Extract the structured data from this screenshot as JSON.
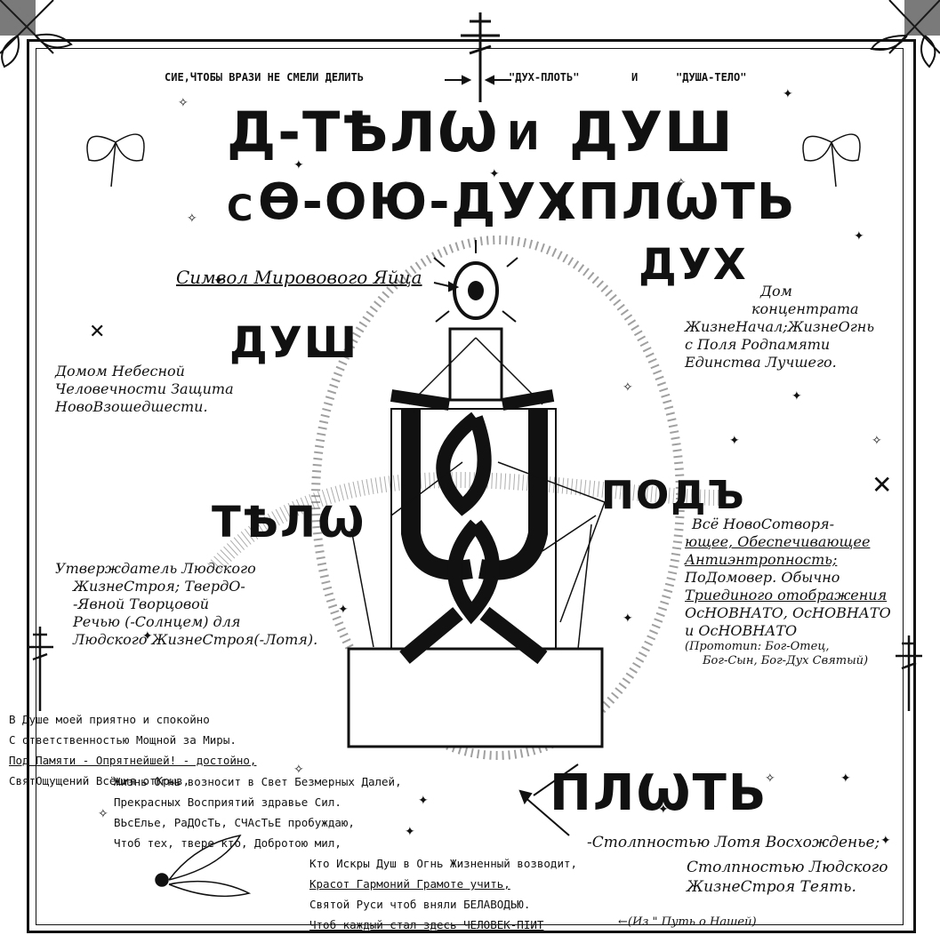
{
  "header": {
    "prefix": "СИЕ,ЧТОБЫ ВРАЗИ НЕ СМЕЛИ  ДЕЛИТЬ",
    "q1": "\"ДУХ-ПЛОТЬ\"",
    "conj": "И",
    "q2": "\"ДУША-ТЕЛО\""
  },
  "title": {
    "line1a": "Д-ТѢЛѠ",
    "line1b": "И",
    "line1c": "ДУШ",
    "line2a": "С",
    "line2b": "Ѳ-ОЮ-ДУХ",
    "line2c": "І",
    "line2d": "ПЛѠТЬ"
  },
  "labels": {
    "egg": "Символ Мировового Яйца",
    "duh": "ДУХ",
    "duh_note": [
      "Дом",
      "концентрата",
      "ЖизнеНачал;ЖизнеОгнь",
      "с Поля Родпамяти",
      "Единства Лучшего."
    ],
    "dush": "ДУШ",
    "dush_note": [
      "Домом Небесной",
      "Человечности Защита",
      "НовоВзошедшести."
    ],
    "telo": "ТѢЛѠ",
    "telo_note": [
      "Утверждатель Людского",
      "ЖизнеСтроя; ТвердО-",
      "-Явной Творцовой",
      "Речью (-Солнцем) для",
      "Людского ЖизнеСтроя(-Лотя)."
    ],
    "pod": "ПОДЪ",
    "pod_note": [
      "Всё НовоСотворя-",
      "ющее, Обеспечивающее",
      "Антиэнтропность;",
      "ПоДомовер. Обычно",
      "Триединого отображения",
      "ОсНОВНАТО, ОсНОВНАТО",
      "и ОсНОВНАТО",
      "(Прототип: Бог-Отец,",
      "Бог-Сын, Бог-Дух Святый)"
    ],
    "plot": "ПЛѠТЬ",
    "plot_note": [
      "-Столпностью Лотя Восхожденье;",
      "Столпностью Людского",
      "ЖизнеСтроя Теять."
    ]
  },
  "poem": [
    "В Душе моей приятно и спокойно",
    "С ответственностью Мощной за Миры.",
    "Под Памяти - Опрятнейшей! - достойно,",
    "СвятОщущений Всёшия отКрыв,",
    "Жизнь Огнь возносит в Свет Безмерных Далей,",
    "Прекрасных Восприятий здравье Сил.",
    "ВЬсЕлье, РаДОсТь, СЧАсТьЕ пробуждаю,",
    "Чтоб тех, твере кто, Добротою мил,",
    "Кто Искры Душ в Огнь Жизненный возводит,",
    "Красот Гармоний Грамоте учить,",
    "Святой Руси чтоб вняли БЕЛАВОДЬЮ.",
    "Чтоб каждый стал здесь ЧЕЛОВЕК-ПІИТ"
  ],
  "footnote": "←(Из \" Путь о Нашей)"
}
